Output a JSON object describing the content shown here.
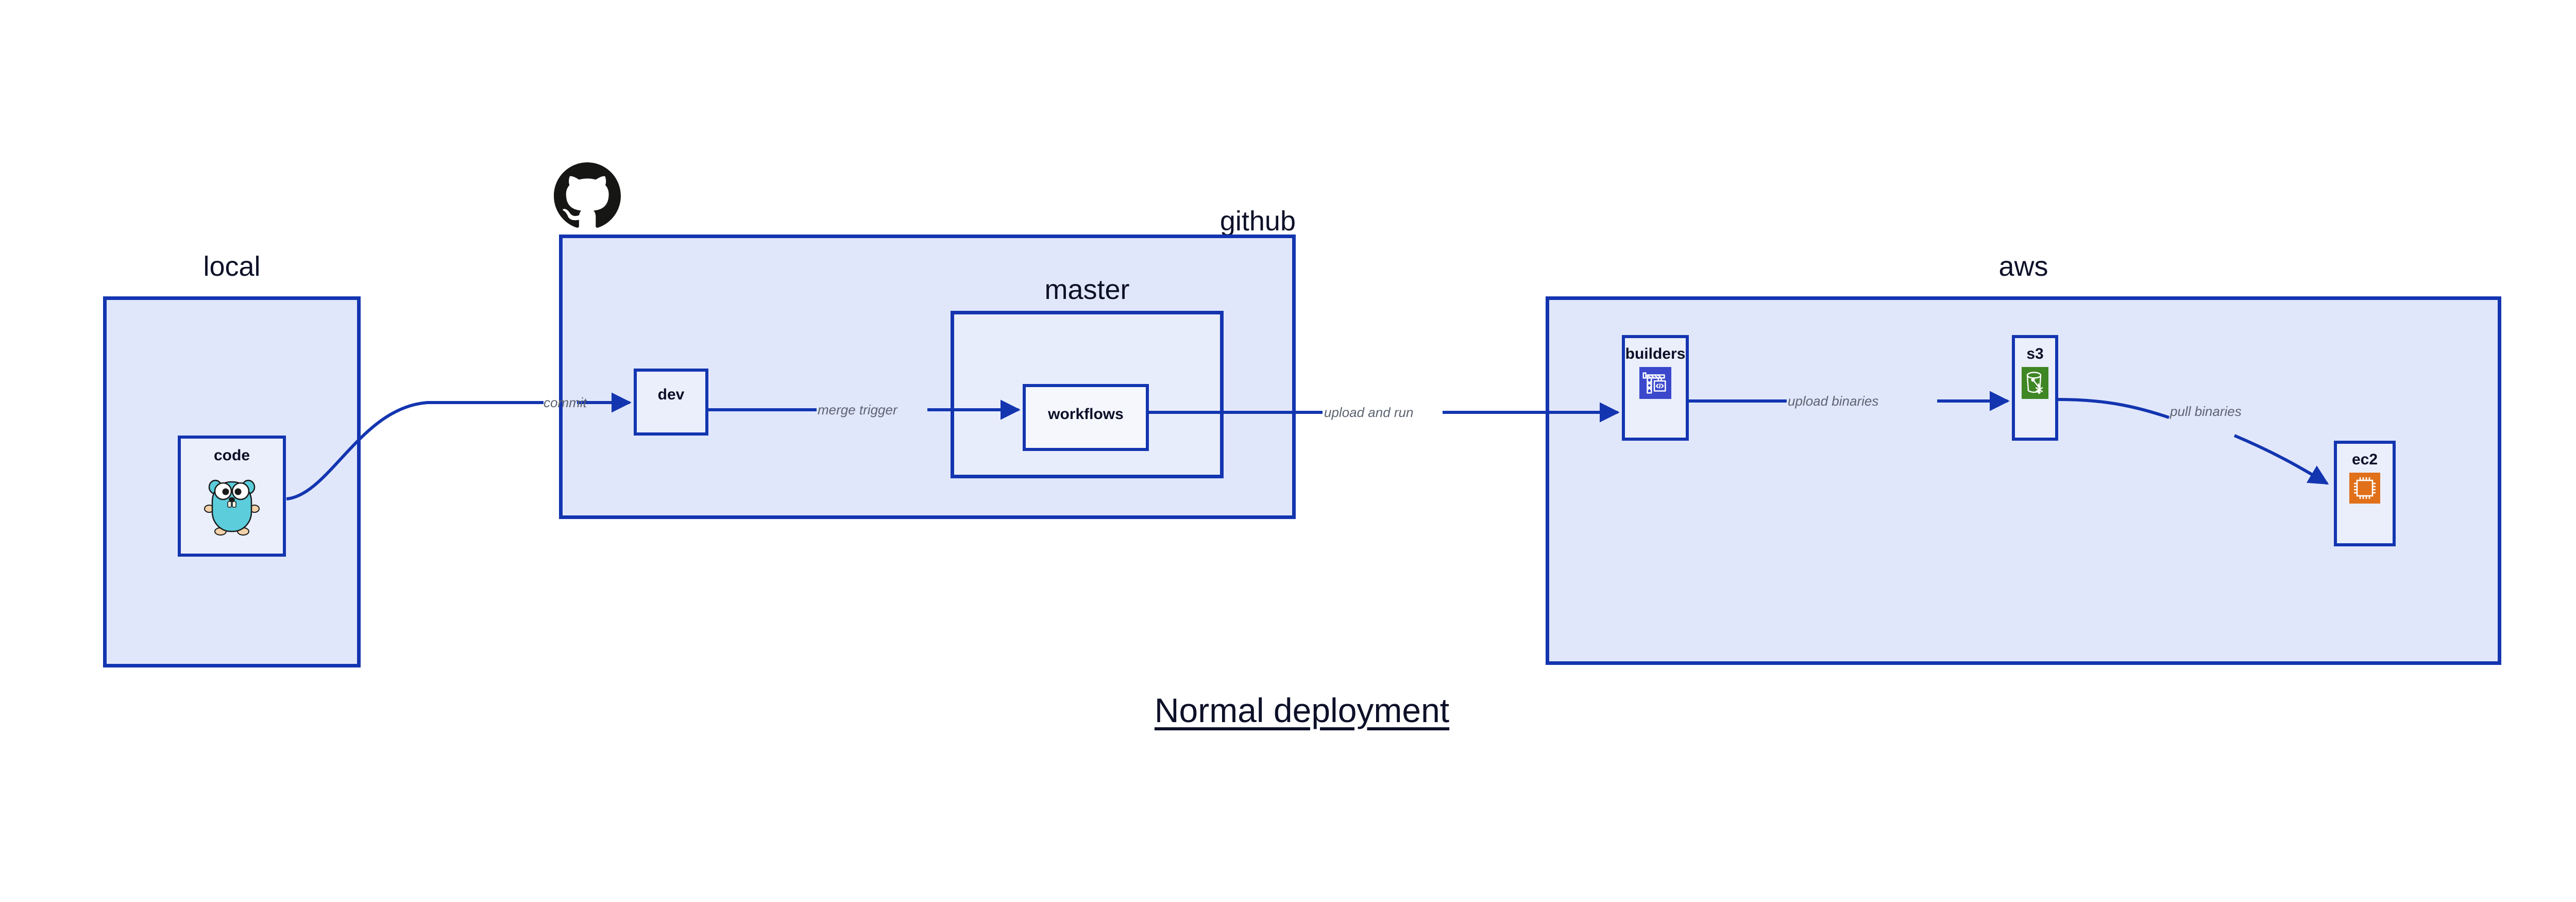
{
  "title": "Normal deployment",
  "colors": {
    "border": "#1335b0",
    "group_fill": "#e1e7fb",
    "group_fill_light": "#e8edfb",
    "node_fill": "#eaeffb",
    "node_fill_white": "#f5f7fd",
    "edge_label": "#5c6370",
    "text": "#0d1028",
    "codebuild_blue": "#3b48cc",
    "s3_green": "#3f8624",
    "ec2_orange": "#e0701a",
    "gopher_cyan": "#5bcddb",
    "octocat_black": "#161614"
  },
  "groups": [
    {
      "id": "local",
      "label": "local",
      "label_align": "center"
    },
    {
      "id": "github",
      "label": "github",
      "label_align": "right"
    },
    {
      "id": "master",
      "label": "master",
      "label_align": "center"
    },
    {
      "id": "aws",
      "label": "aws",
      "label_align": "center"
    }
  ],
  "nodes": [
    {
      "id": "code",
      "label": "code",
      "icon": "go-gopher-icon",
      "group": "local"
    },
    {
      "id": "dev",
      "label": "dev",
      "icon": null,
      "group": "github"
    },
    {
      "id": "workflows",
      "label": "workflows",
      "icon": null,
      "group": "master"
    },
    {
      "id": "builders",
      "label": "builders",
      "icon": "aws-codebuild-icon",
      "group": "aws"
    },
    {
      "id": "s3",
      "label": "s3",
      "icon": "aws-s3-glacier-icon",
      "group": "aws"
    },
    {
      "id": "ec2",
      "label": "ec2",
      "icon": "aws-ec2-chip-icon",
      "group": "aws"
    }
  ],
  "edges": [
    {
      "id": "commit",
      "label": "commit",
      "from": "code",
      "to": "dev"
    },
    {
      "id": "merge-trigger",
      "label": "merge trigger",
      "from": "dev",
      "to": "workflows"
    },
    {
      "id": "upload-and-run",
      "label": "upload and run",
      "from": "workflows",
      "to": "builders"
    },
    {
      "id": "upload-binaries",
      "label": "upload binaries",
      "from": "builders",
      "to": "s3"
    },
    {
      "id": "pull-binaries",
      "label": "pull binaries",
      "from": "s3",
      "to": "ec2"
    }
  ],
  "logos": [
    {
      "id": "github-octocat",
      "name": "github-octocat-icon"
    }
  ]
}
